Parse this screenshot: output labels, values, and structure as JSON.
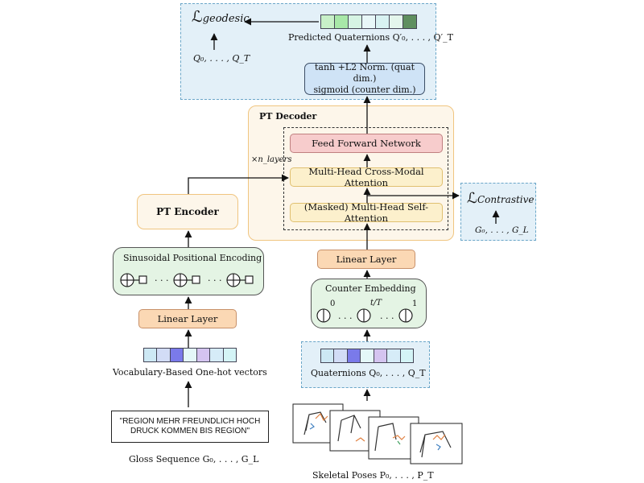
{
  "loss_geodesic": {
    "symbol": "ℒ",
    "subscript": "geodesic",
    "target": "Q₀, . . . , Q_T",
    "predicted_label": "Predicted Quaternions  Q′₀, . . . , Q′_T",
    "predicted_colors": [
      "#c8f0c8",
      "#a8e8a8",
      "#d6f4e4",
      "#e8f7f8",
      "#d8f2f2",
      "#e4f6ec",
      "#5f8f5f"
    ]
  },
  "norm_box": {
    "line1": "tanh +L2 Norm. (quat dim.)",
    "line2": "sigmoid (counter dim.)"
  },
  "decoder": {
    "title": "PT Decoder",
    "n_layers": "×n_layers",
    "ffn": "Feed Forward Network",
    "cross_attention": "Multi-Head Cross-Modal Attention",
    "self_attention": "(Masked) Multi-Head Self-Attention"
  },
  "loss_contrastive": {
    "symbol": "ℒ",
    "subscript": "Contrastive",
    "target": "G₀, . . . , G_L"
  },
  "encoder": {
    "title": "PT Encoder",
    "positional_encoding": "Sinusoidal Positional Encoding",
    "linear": "Linear Layer",
    "dots": ". . ."
  },
  "one_hot": {
    "label": "Vocabulary-Based One-hot vectors",
    "colors": [
      "#cde8f4",
      "#d2dcf6",
      "#7a7aea",
      "#e4f8f8",
      "#d4c4f0",
      "#d6ecf8",
      "#d4f4f6"
    ]
  },
  "gloss": {
    "text_line1": "\"REGION MEHR FREUNDLICH HOCH",
    "text_line2": "DRUCK KOMMEN BIS REGION\"",
    "label": "Gloss Sequence  G₀, . . . , G_L"
  },
  "decoder_input": {
    "linear": "Linear Layer",
    "counter_embedding": "Counter Embedding",
    "counter_0": "0",
    "counter_t": "t/T",
    "counter_1": "1",
    "dots": ". . ."
  },
  "quaternions": {
    "label": "Quaternions  Q₀, . . . , Q_T",
    "colors": [
      "#cde8f4",
      "#d2dcf6",
      "#7a7aea",
      "#e4f8f8",
      "#d4c4f0",
      "#d6ecf8",
      "#d4f4f6"
    ]
  },
  "skeletal": {
    "label": "Skeletal Poses  P₀, . . . , P_T"
  }
}
